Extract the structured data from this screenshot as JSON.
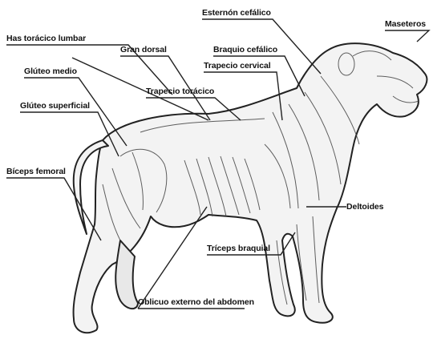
{
  "labels": {
    "esternon_cefalico": "Esternón cefálico",
    "maseteros": "Maseteros",
    "has_toracico_lumbar": "Has torácico lumbar",
    "gran_dorsal": "Gran dorsal",
    "braquio_cefalico": "Braquio cefálico",
    "gluteo_medio": "Glúteo medio",
    "trapecio_cervical": "Trapecio cervical",
    "trapecio_toracico": "Trapecio torácico",
    "gluteo_superficial": "Glúteo superficial",
    "biceps_femoral": "Bíceps femoral",
    "deltoides": "Deltoides",
    "triceps_braquial": "Tríceps braquial",
    "oblicuo_externo": "Oblicuo externo del abdomen"
  },
  "colors": {
    "ink": "#111111",
    "line": "#222222",
    "muscle_shade": "#bdbdbd",
    "background": "#ffffff"
  }
}
